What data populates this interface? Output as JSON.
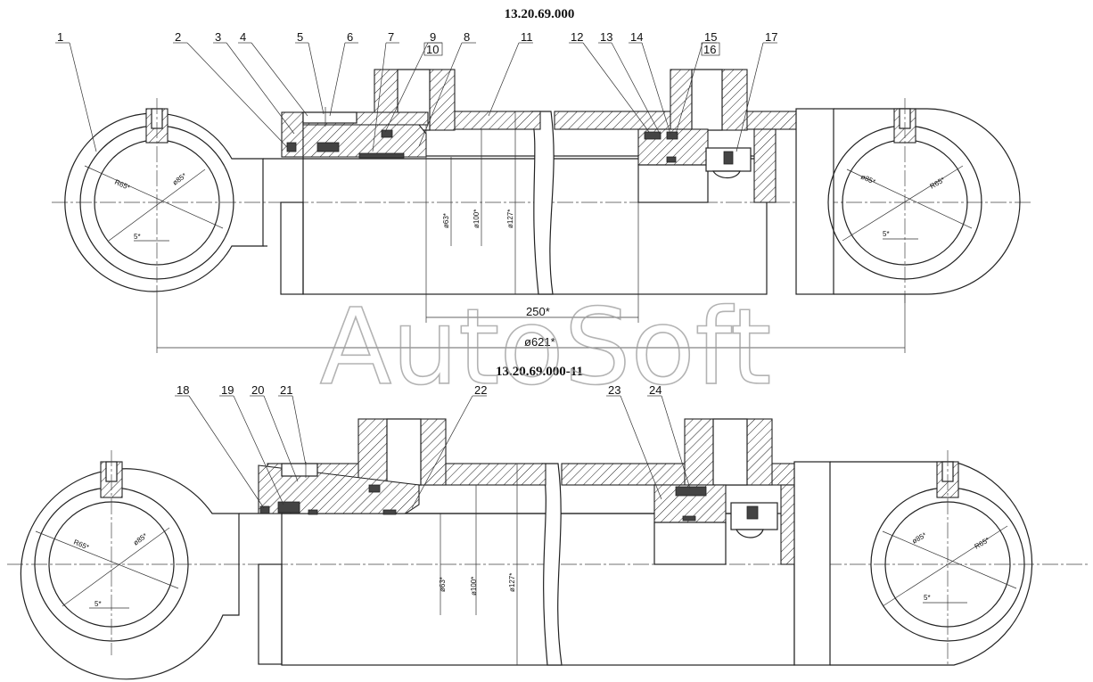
{
  "drawing": {
    "title_top": "13.20.69.000",
    "title_bottom": "13.20.69.000-11",
    "watermark": "AutoSoft",
    "dims_top": {
      "r65_left": "R65*",
      "d85_left": "ø85*",
      "angle_left": "5*",
      "r65_right": "R65*",
      "d85_right": "ø85*",
      "angle_right": "5*",
      "d63": "ø63*",
      "d100": "ø100*",
      "d127": "ø127*",
      "stroke": "250*",
      "length": "ø621*"
    },
    "dims_bottom": {
      "r65_left": "R65*",
      "d85_left": "ø85*",
      "angle_left": "5*",
      "r65_right": "R65*",
      "d85_right": "ø85*",
      "angle_right": "5*",
      "d63": "ø63*",
      "d100": "ø100*",
      "d127": "ø127*"
    },
    "callouts_top": [
      "1",
      "2",
      "3",
      "4",
      "5",
      "6",
      "7",
      "9",
      "10",
      "8",
      "11",
      "12",
      "13",
      "14",
      "15",
      "16",
      "17"
    ],
    "callouts_bottom": [
      "18",
      "19",
      "20",
      "21",
      "22",
      "23",
      "24"
    ]
  }
}
